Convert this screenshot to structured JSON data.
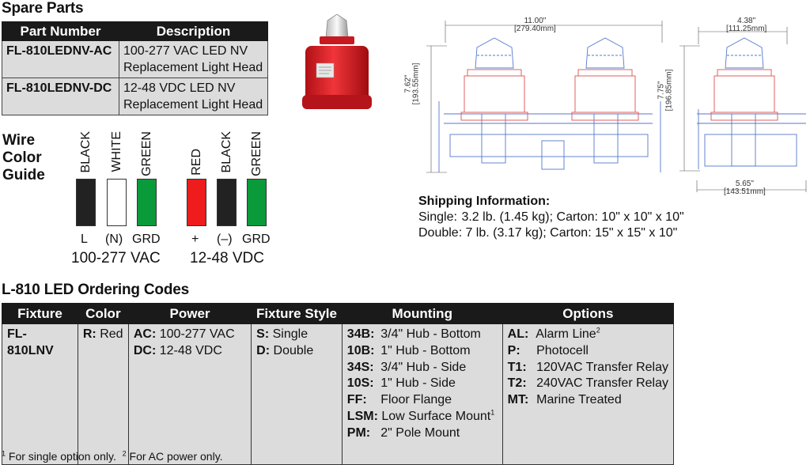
{
  "spare_parts": {
    "title": "Spare Parts",
    "headers": [
      "Part Number",
      "Description"
    ],
    "rows": [
      {
        "part": "FL-810LEDNV-AC",
        "desc1": "100-277 VAC LED NV",
        "desc2": "Replacement Light Head"
      },
      {
        "part": "FL-810LEDNV-DC",
        "desc1": "12-48 VDC LED NV",
        "desc2": "Replacement Light Head"
      }
    ]
  },
  "wire_guide": {
    "title_line1": "Wire",
    "title_line2": "Color",
    "title_line3": "Guide",
    "ac_wires": [
      {
        "name": "BLACK",
        "label": "L",
        "color": "#222222"
      },
      {
        "name": "WHITE",
        "label": "(N)",
        "color": "#ffffff"
      },
      {
        "name": "GREEN",
        "label": "GRD",
        "color": "#0a9a3a"
      }
    ],
    "dc_wires": [
      {
        "name": "RED",
        "label": "+",
        "color": "#ee1c1c"
      },
      {
        "name": "BLACK",
        "label": "(–)",
        "color": "#222222"
      },
      {
        "name": "GREEN",
        "label": "GRD",
        "color": "#0a9a3a"
      }
    ],
    "ac_voltage": "100-277 VAC",
    "dc_voltage": "12-48 VDC"
  },
  "drawing": {
    "double_width": "11.00\"",
    "double_width_mm": "[279.40mm]",
    "double_height": "7.62\"",
    "double_height_mm": "[193.55mm]",
    "single_top_width": "4.38\"",
    "single_top_width_mm": "[111.25mm]",
    "single_height": "7.75\"",
    "single_height_mm": "[196.85mm]",
    "single_base_width": "5.65\"",
    "single_base_width_mm": "[143.51mm]"
  },
  "shipping": {
    "title": "Shipping Information:",
    "single_label": "Single:",
    "single_value": "3.2 lb. (1.45 kg); Carton: 10\" x 10\" x 10\"",
    "double_label": "Double:",
    "double_value": "7 lb. (3.17 kg); Carton: 15\" x 15\" x 10\""
  },
  "ordering": {
    "title": "L-810 LED Ordering Codes",
    "headers": [
      "Fixture",
      "Color",
      "Power",
      "Fixture Style",
      "Mounting",
      "Options"
    ],
    "fixture": "FL-810LNV",
    "color": [
      {
        "key": "R:",
        "val": "Red"
      }
    ],
    "power": [
      {
        "key": "AC:",
        "val": "100-277 VAC"
      },
      {
        "key": "DC:",
        "val": "12-48 VDC"
      }
    ],
    "style": [
      {
        "key": "S:",
        "val": "Single"
      },
      {
        "key": "D:",
        "val": "Double"
      }
    ],
    "mounting": [
      {
        "key": "34B:",
        "val": "3/4\" Hub - Bottom",
        "sup": ""
      },
      {
        "key": "10B:",
        "val": "1\" Hub - Bottom",
        "sup": ""
      },
      {
        "key": "34S:",
        "val": "3/4\" Hub - Side",
        "sup": ""
      },
      {
        "key": "10S:",
        "val": "1\" Hub - Side",
        "sup": ""
      },
      {
        "key": "FF:",
        "val": "Floor Flange",
        "sup": ""
      },
      {
        "key": "LSM:",
        "val": "Low Surface Mount",
        "sup": "1"
      },
      {
        "key": "PM:",
        "val": "2\" Pole Mount",
        "sup": ""
      }
    ],
    "options": [
      {
        "key": "AL:",
        "val": "Alarm Line",
        "sup": "2"
      },
      {
        "key": "P:",
        "val": "Photocell",
        "sup": ""
      },
      {
        "key": "T1:",
        "val": "120VAC Transfer Relay",
        "sup": ""
      },
      {
        "key": "T2:",
        "val": "240VAC Transfer Relay",
        "sup": ""
      },
      {
        "key": "MT:",
        "val": "Marine Treated",
        "sup": ""
      }
    ],
    "footnote1_num": "1",
    "footnote1": " For single option only.",
    "footnote2_num": "2",
    "footnote2": " For AC power only."
  },
  "colors": {
    "header_bg": "#1a1a1a",
    "cell_bg": "#dcdcdc",
    "fixture_red": "#e8232a",
    "outline_red": "#e06060",
    "outline_blue": "#5577cc"
  }
}
